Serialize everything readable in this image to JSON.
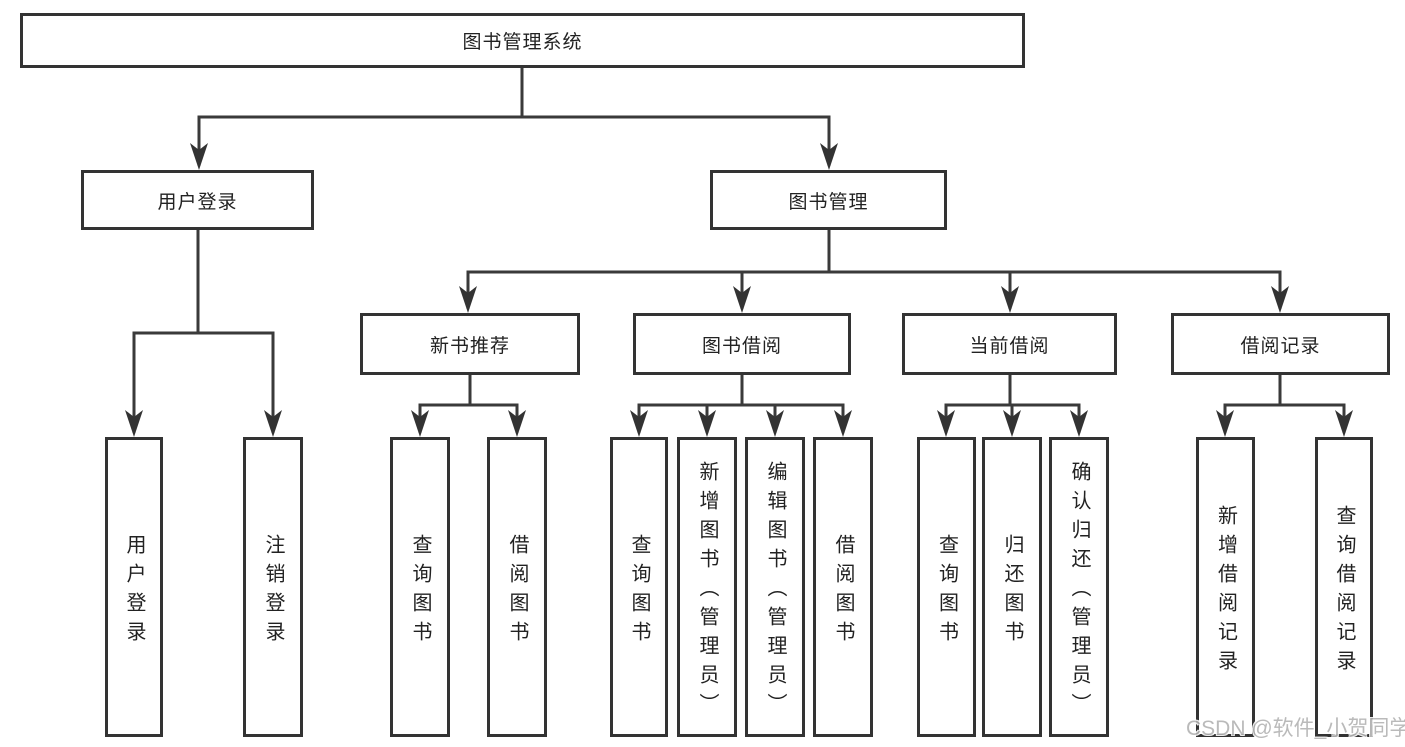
{
  "diagram": {
    "root": {
      "label": "图书管理系统",
      "children": [
        {
          "label": "用户登录",
          "children": [
            {
              "label": "用户登录"
            },
            {
              "label": "注销登录"
            }
          ]
        },
        {
          "label": "图书管理",
          "children": [
            {
              "label": "新书推荐",
              "children": [
                {
                  "label": "查询图书"
                },
                {
                  "label": "借阅图书"
                }
              ]
            },
            {
              "label": "图书借阅",
              "children": [
                {
                  "label": "查询图书"
                },
                {
                  "label": "新增图书（管理员）"
                },
                {
                  "label": "编辑图书（管理员）"
                },
                {
                  "label": "借阅图书"
                }
              ]
            },
            {
              "label": "当前借阅",
              "children": [
                {
                  "label": "查询图书"
                },
                {
                  "label": "归还图书"
                },
                {
                  "label": "确认归还（管理员）"
                }
              ]
            },
            {
              "label": "借阅记录",
              "children": [
                {
                  "label": "新增借阅记录"
                },
                {
                  "label": "查询借阅记录"
                }
              ]
            }
          ]
        }
      ]
    }
  },
  "watermark": {
    "text": "CSDN @软件_小贺同学"
  },
  "colors": {
    "line": "#3a3a3a",
    "box_border": "#333333",
    "text": "#222222",
    "watermark": "#b3b3b3",
    "background": "#ffffff"
  }
}
